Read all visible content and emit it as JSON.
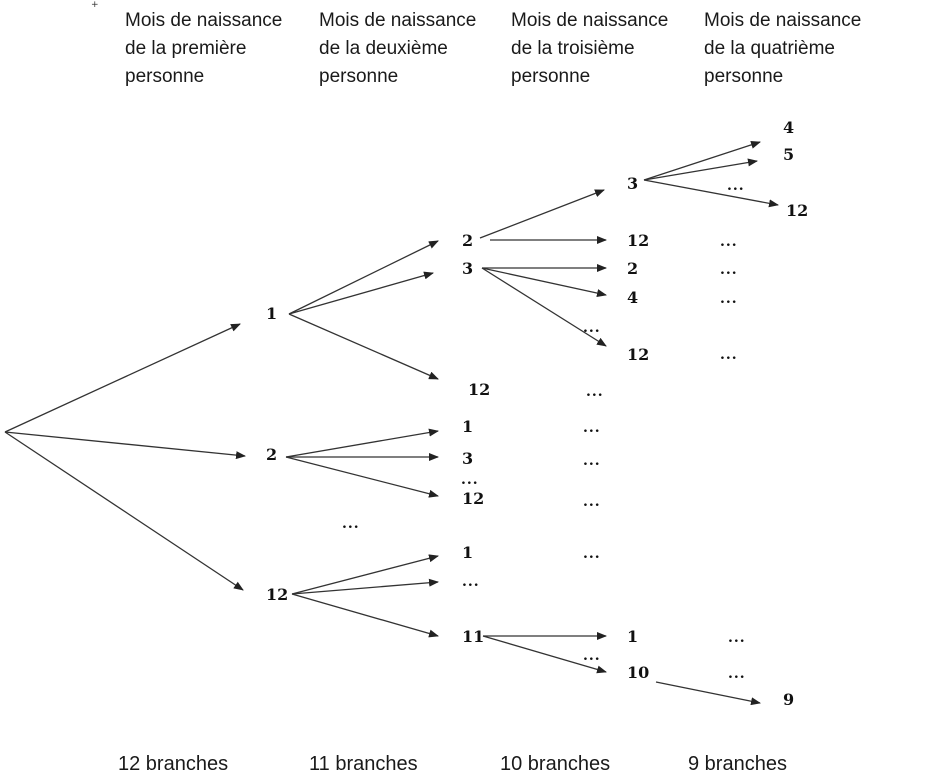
{
  "headers": [
    [
      "Mois de naissance",
      "de la première",
      "personne"
    ],
    [
      "Mois de naissance",
      "de la deuxième",
      "personne"
    ],
    [
      "Mois de naissance",
      "de la troisième",
      "personne"
    ],
    [
      "Mois de naissance",
      "de la quatrième",
      "personne"
    ]
  ],
  "footers": [
    "12 branches",
    "11 branches",
    "10 branches",
    "9 branches"
  ],
  "tree": {
    "level1": [
      "1",
      "2",
      "12"
    ],
    "level2": [
      "2",
      "3",
      "12",
      "1",
      "3",
      "12",
      "1",
      "...",
      "11"
    ],
    "level3": [
      "3",
      "12",
      "2",
      "4",
      "12",
      "1",
      "10"
    ],
    "level4": [
      "4",
      "5",
      "12",
      "9"
    ],
    "ellipsis": "..."
  },
  "marker": "+"
}
